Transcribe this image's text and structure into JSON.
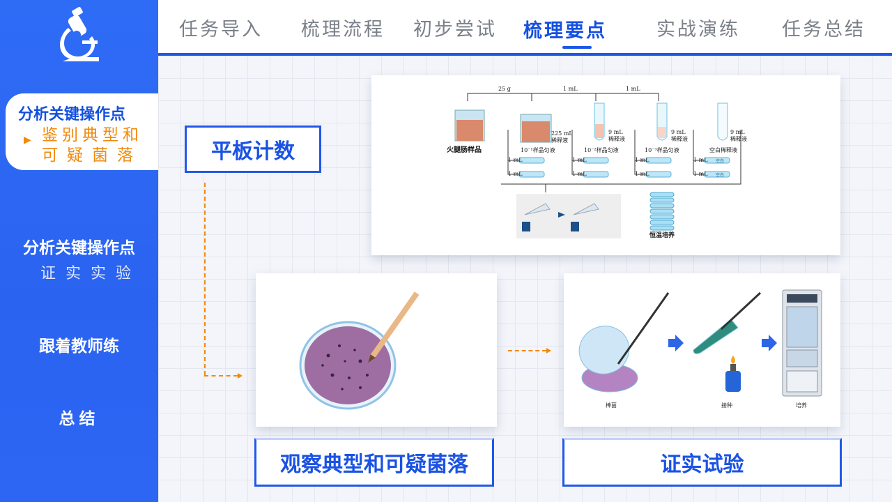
{
  "nav": {
    "tabs": [
      "任务导入",
      "梳理流程",
      "初步尝试",
      "梳理要点",
      "实战演练",
      "任务总结"
    ],
    "active_index": 3
  },
  "sidebar": {
    "active": {
      "title": "分析关键操作点",
      "sub_line1": "鉴别典型和",
      "sub_line2": "可疑菌落"
    },
    "item2": {
      "title": "分析关键操作点",
      "sub": "证实实验"
    },
    "item3": {
      "title": "跟着教师练"
    },
    "item4": {
      "title": "总结"
    }
  },
  "labels": {
    "plate_count": "平板计数",
    "observe": "观察典型和可疑菌落",
    "confirm": "证实试验"
  },
  "flow": {
    "w25": "25 g",
    "ml1a": "1 mL",
    "ml1b": "1 mL",
    "sample": "火腿肠样品",
    "v225": "225 mL",
    "diluent": "稀释液",
    "d1": "10⁻¹样品匀液",
    "d2": "10⁻²样品匀液",
    "d3": "10⁻³样品匀液",
    "blank": "空白稀释液",
    "v9": "9 mL",
    "ml": "1 mL",
    "blank_tube": "空白",
    "incubate": "恒温培养"
  },
  "confirm_steps": {
    "s1": "棒菌",
    "s2": "接种",
    "s3": "培养"
  },
  "colors": {
    "accent": "#1c58e8",
    "orange": "#f08a0c"
  }
}
